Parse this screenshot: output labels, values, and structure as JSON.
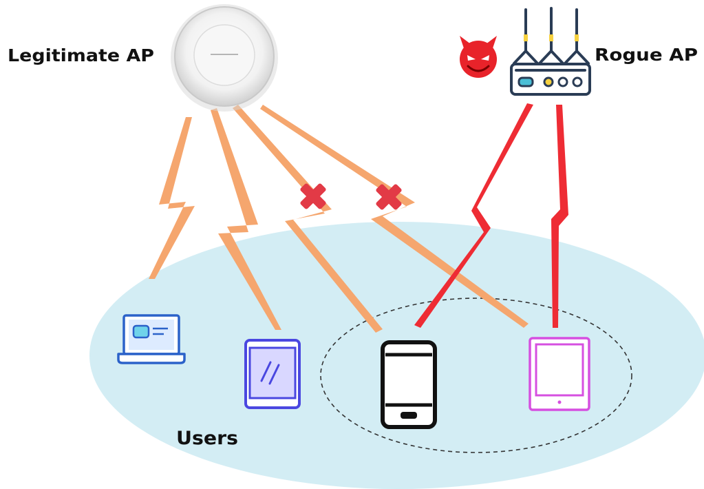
{
  "labels": {
    "legit_ap": "Legitimate AP",
    "rogue_ap": "Rogue AP",
    "users": "Users"
  },
  "icons": {
    "legit_ap": "ceiling-access-point-icon",
    "rogue_ap": "router-icon",
    "devil": "devil-face-icon",
    "blocked": "red-x-icon",
    "laptop": "laptop-icon",
    "tablet_blue": "tablet-icon",
    "phone": "smartphone-icon",
    "tablet_pink": "tablet-icon"
  },
  "colors": {
    "legit_signal": "#F5A66E",
    "rogue_signal": "#EE2C34",
    "user_area": "#D3EDF4",
    "blocked_x": "#E23A46",
    "devil": "#E8232A",
    "laptop": "#2B62C9",
    "tablet_blue": "#4A47E0",
    "phone": "#111111",
    "tablet_pink": "#D64FE0",
    "router": "#2A3C55"
  }
}
